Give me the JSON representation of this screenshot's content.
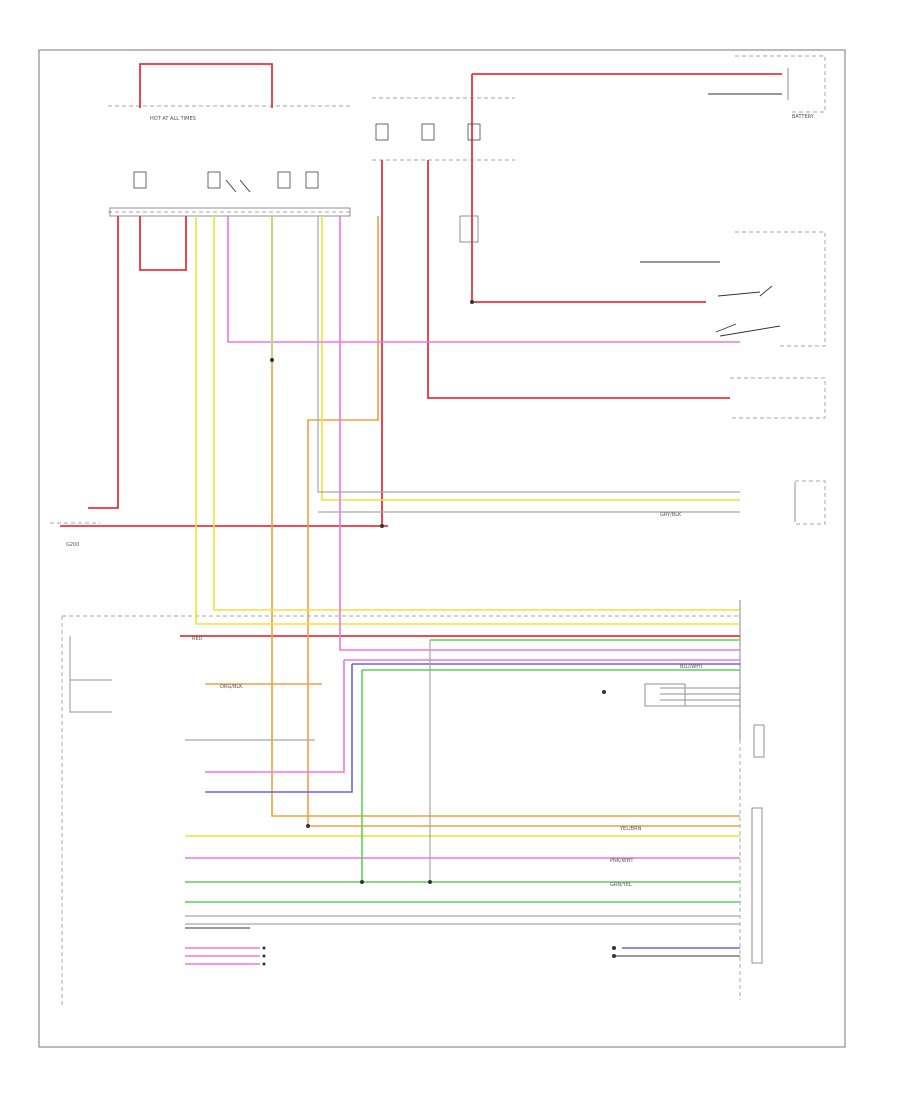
{
  "labels": {
    "battery": "BATTERY",
    "cluster": "HOT AT ALL TIMES",
    "ground": "G200",
    "page": "",
    "wire_red": "RED",
    "wire_yel": "YEL/BRN",
    "wire_pnk": "PNK/WHT",
    "wire_grn": "GRN/YEL",
    "wire_blu": "BLU/WHT",
    "wire_org": "ORG/BLK",
    "wire_gry": "GRY/BLK"
  },
  "colors": {
    "red": "#e8343c",
    "orange": "#f0a040",
    "yellow": "#f2e23a",
    "pink": "#e878e0",
    "green": "#5ad25a",
    "violet": "#8a74e6",
    "blue": "#5858e0",
    "light_green": "#b6e07a",
    "gray": "#9a9a9a",
    "black": "#202020"
  }
}
